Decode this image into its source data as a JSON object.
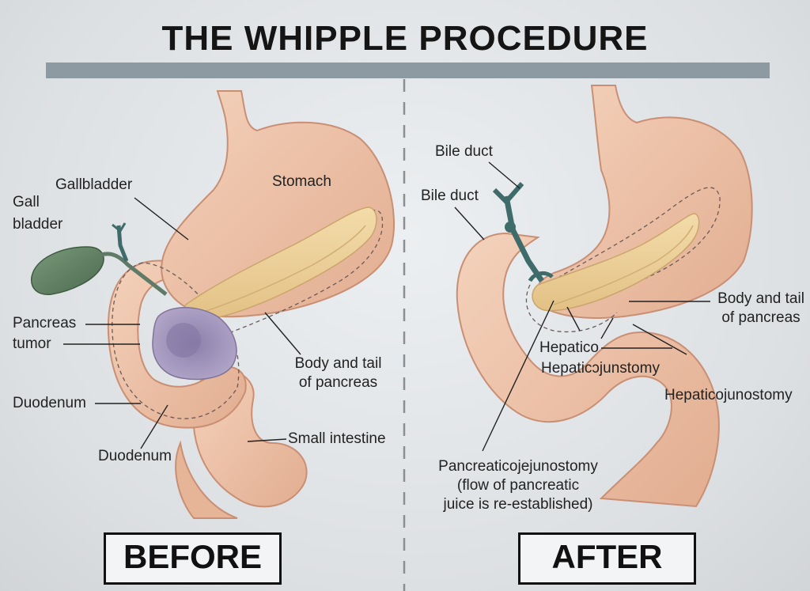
{
  "title": "THE WHIPPLE PROCEDURE",
  "colors": {
    "title_bar": "#8d9aa1",
    "organ": "#edc2a6",
    "organ_outline": "#c98f75",
    "pancreas": "#ecd09a",
    "tumor": "#9e91b8",
    "gallbladder": "#5e7c60",
    "bile_duct": "#3f6b6b"
  },
  "before": {
    "box_label": "BEFORE",
    "labels": {
      "gallbladder": "Gallbladder",
      "gall_line1": "Gall",
      "gall_line2": "bladder",
      "stomach": "Stomach",
      "pancreas": "Pancreas",
      "tumor": "tumor",
      "duodenum_left": "Duodenum",
      "duodenum_bottom": "Duodenum",
      "body_tail_line1": "Body and tail",
      "body_tail_line2": "of pancreas",
      "small_intestine": "Small intestine"
    }
  },
  "after": {
    "box_label": "AFTER",
    "labels": {
      "bile_duct_top": "Bile duct",
      "bile_duct": "Bile duct",
      "body_tail_line1": "Body and tail",
      "body_tail_line2": "of pancreas",
      "hepatico": "Hepatico",
      "hepatico_junstomy": "Hepaticɔjunstomy",
      "hepaticojunostomy": "Hepaticojunostomy",
      "pj_line1": "Pancreaticojejunostomy",
      "pj_line2": "(flow of pancreatic",
      "pj_line3": "juice is re-established)"
    }
  }
}
